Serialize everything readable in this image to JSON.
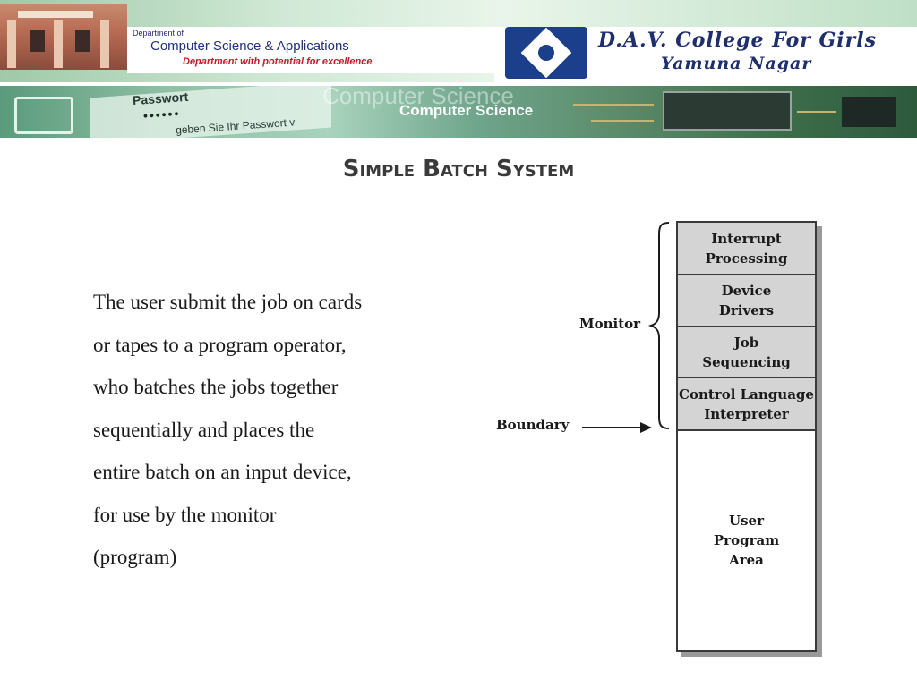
{
  "header": {
    "dept_small": "Department of",
    "dept_name": "Computer Science & Applications",
    "dept_tagline": "Department with potential for excellence",
    "college_name": "D.A.V. College For Girls",
    "college_place": "Yamuna Nagar",
    "banner_password_label": "Passwort",
    "banner_password_dots": "••••••",
    "banner_password_hint": "geben Sie Ihr Passwort v",
    "banner_ghost_text": "Computer Science",
    "banner_text": "Computer Science"
  },
  "slide": {
    "title": "Simple Batch System",
    "body_lines": [
      "The user submit the job on cards",
      "or tapes to a program operator,",
      "who batches the jobs together",
      "sequentially and places the",
      "entire batch on an input device,",
      "for use by the monitor",
      "(program)"
    ]
  },
  "diagram": {
    "monitor_label": "Monitor",
    "boundary_label": "Boundary",
    "cells": [
      {
        "line1": "Interrupt",
        "line2": "Processing"
      },
      {
        "line1": "Device",
        "line2": "Drivers"
      },
      {
        "line1": "Job",
        "line2": "Sequencing"
      },
      {
        "line1": "Control Language",
        "line2": "Interpreter"
      }
    ],
    "user_area": [
      "User",
      "Program",
      "Area"
    ]
  },
  "colors": {
    "cell_fill": "#d4d4d4",
    "title_color": "#3a3a3a",
    "dept_blue": "#20307a",
    "tagline_red": "#c8182a"
  }
}
